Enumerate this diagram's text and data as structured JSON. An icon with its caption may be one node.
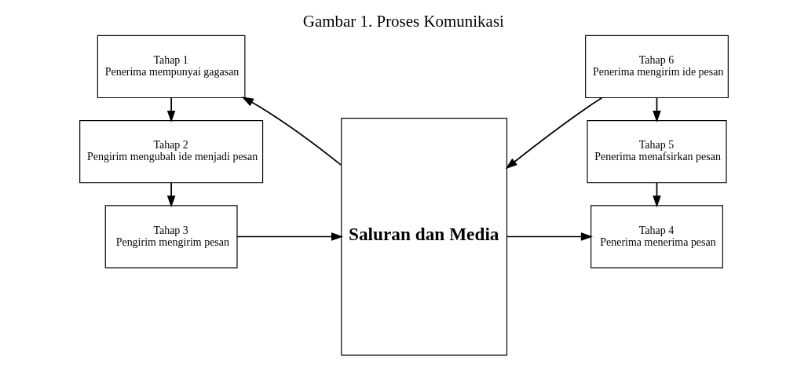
{
  "diagram": {
    "title": "Gambar 1. Proses Komunikasi",
    "nodes": [
      {
        "text": [
          "Tahap 1",
          "Penerima mempunyai gagasan"
        ]
      },
      {
        "text": [
          "Tahap 2",
          "Pengirim mengubah ide menjadi pesan"
        ]
      },
      {
        "text": [
          "Tahap 3",
          "Pengirim mengirim pesan"
        ]
      },
      {
        "text": [
          "Saluran dan Media"
        ]
      },
      {
        "text": [
          "Tahap 6",
          "Penerima mengirim ide pesan"
        ]
      },
      {
        "text": [
          "Tahap 5",
          "Penerima menafsirkan pesan"
        ]
      },
      {
        "text": [
          "Tahap 4",
          "Penerima menerima pesan"
        ]
      }
    ],
    "edges": [
      {
        "from": 3,
        "to": 0,
        "arrow": "to"
      },
      {
        "from": 4,
        "to": 3,
        "arrow": "to"
      },
      {
        "from": 0,
        "to": 1,
        "arrow": "to"
      },
      {
        "from": 1,
        "to": 2,
        "arrow": "to"
      },
      {
        "from": 2,
        "to": 3,
        "arrow": "to"
      },
      {
        "from": 3,
        "to": 6,
        "arrow": "to"
      },
      {
        "from": 4,
        "to": 5,
        "arrow": "to"
      },
      {
        "from": 5,
        "to": 6,
        "arrow": "to"
      }
    ]
  }
}
